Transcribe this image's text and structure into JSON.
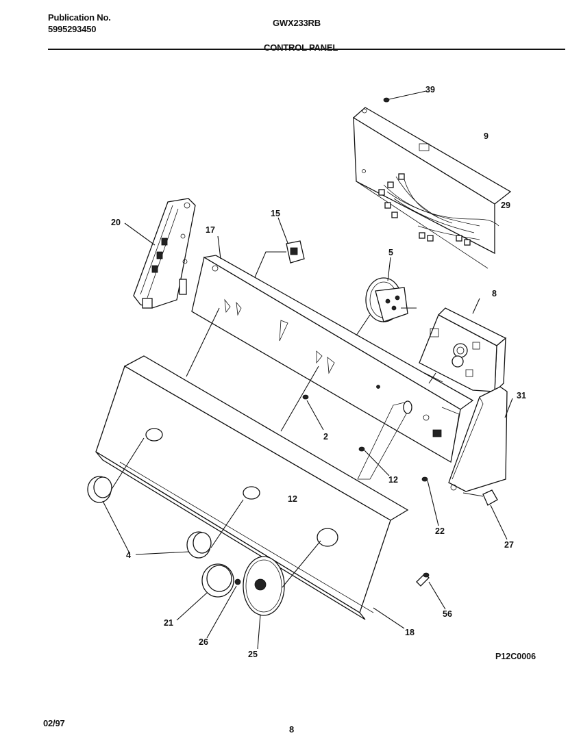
{
  "header": {
    "publication_label": "Publication No.",
    "publication_number": "5995293450",
    "model": "GWX233RB",
    "section_title": "CONTROL PANEL"
  },
  "diagram": {
    "figure_code": "P12C0006",
    "callouts": {
      "p39": "39",
      "p9": "9",
      "p29": "29",
      "p20": "20",
      "p15": "15",
      "p17": "17",
      "p5": "5",
      "p8": "8",
      "p31": "31",
      "p2": "2",
      "p12a": "12",
      "p12b": "12",
      "p22": "22",
      "p27": "27",
      "p4": "4",
      "p21": "21",
      "p26": "26",
      "p25": "25",
      "p18": "18",
      "p56": "56"
    }
  },
  "footer": {
    "date": "02/97",
    "page_number": "8"
  }
}
